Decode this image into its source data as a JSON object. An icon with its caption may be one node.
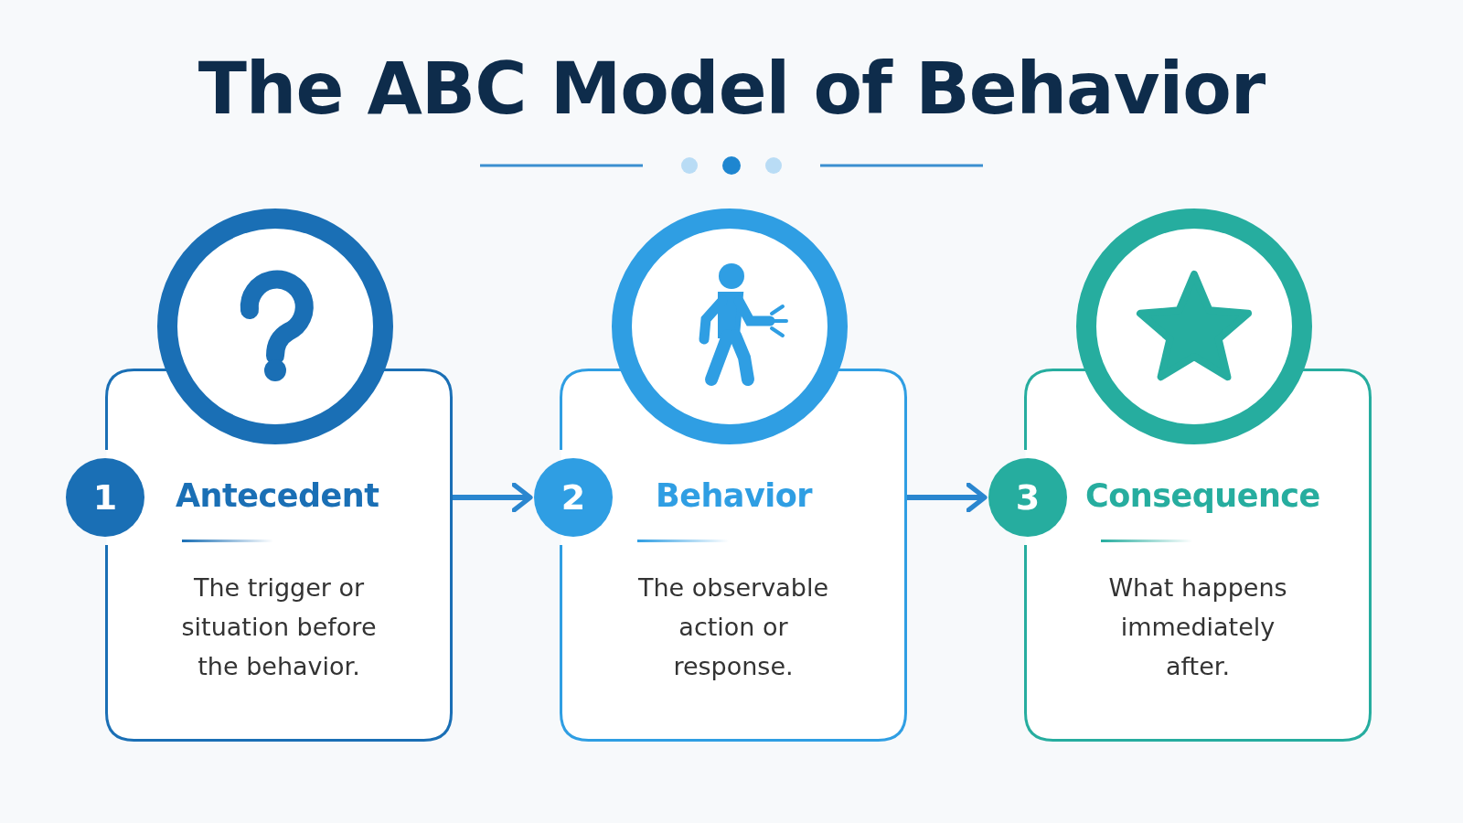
{
  "diagram": {
    "title": "The ABC Model of Behavior",
    "nodes": [
      {
        "text": [
          "Antecedent",
          "The trigger or situation before the behavior."
        ]
      },
      {
        "text": [
          "1"
        ]
      },
      {
        "text": [
          "Behavior",
          "The observable action or response."
        ]
      },
      {
        "text": [
          "2"
        ]
      },
      {
        "text": [
          "Consequence",
          "What happens immediately after."
        ]
      },
      {
        "text": [
          "3"
        ]
      }
    ],
    "edges": [
      {
        "from": 0,
        "to": 3,
        "arrow": "to"
      },
      {
        "from": 2,
        "to": 5,
        "arrow": "to"
      }
    ]
  }
}
